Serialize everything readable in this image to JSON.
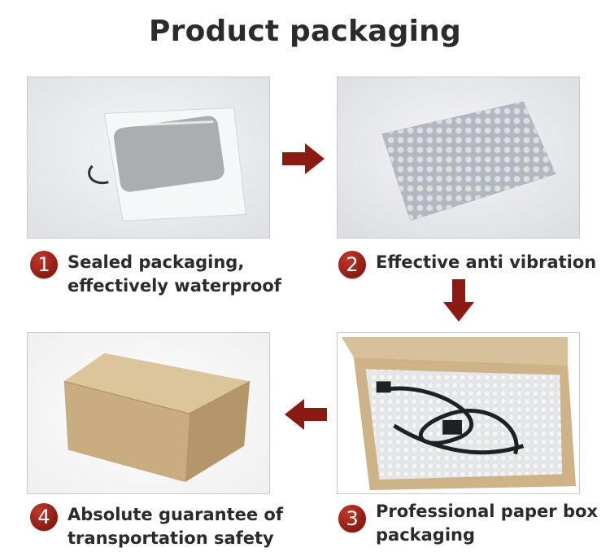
{
  "title": "Product packaging",
  "colors": {
    "accent": "#8b1a12",
    "text": "#2b2b2b"
  },
  "steps": [
    {
      "number": "1",
      "line1": "Sealed packaging,",
      "line2": "effectively waterproof"
    },
    {
      "number": "2",
      "line1": "Effective anti vibration",
      "line2": ""
    },
    {
      "number": "3",
      "line1": "Professional paper box",
      "line2": "packaging"
    },
    {
      "number": "4",
      "line1": "Absolute guarantee of",
      "line2": "transportation safety"
    }
  ],
  "photos": [
    {
      "name": "sealed-bag-photo"
    },
    {
      "name": "bubble-wrap-photo"
    },
    {
      "name": "open-paper-box-photo"
    },
    {
      "name": "closed-paper-box-photo"
    }
  ],
  "arrows": [
    "arrow-right-icon",
    "arrow-down-icon",
    "arrow-left-icon"
  ]
}
